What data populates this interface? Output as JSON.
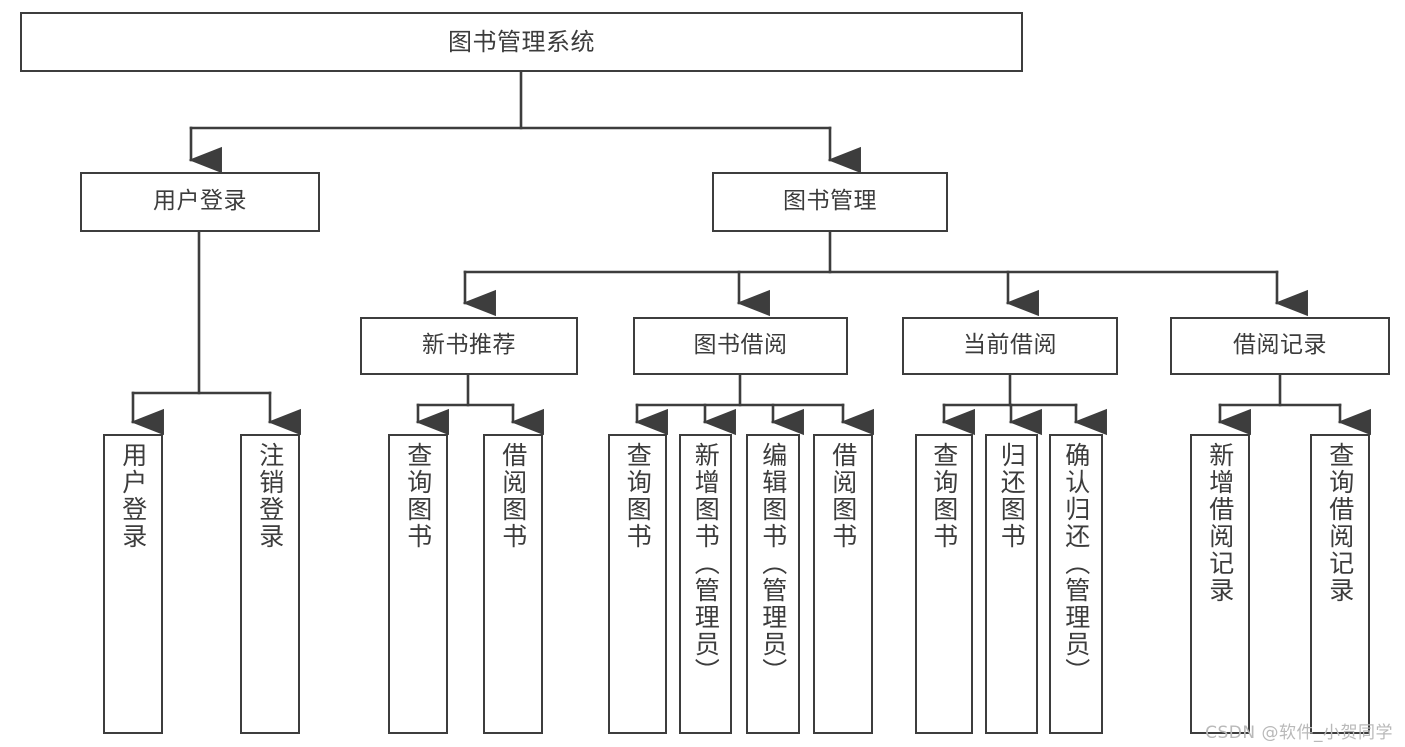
{
  "diagram": {
    "title": "图书管理系统",
    "type": "tree",
    "watermark": "CSDN @软件_小贺同学",
    "colors": {
      "stroke": "#3d3d3d",
      "text": "#3c3c3c",
      "background": "#ffffff",
      "watermark": "#b9b9b9"
    },
    "root": {
      "label": "图书管理系统"
    },
    "level2": [
      {
        "label": "用户登录"
      },
      {
        "label": "图书管理"
      }
    ],
    "level3": [
      {
        "label": "新书推荐"
      },
      {
        "label": "图书借阅"
      },
      {
        "label": "当前借阅"
      },
      {
        "label": "借阅记录"
      }
    ],
    "leaves": {
      "user_login": [
        {
          "label": "用户登录"
        },
        {
          "label": "注销登录"
        }
      ],
      "new_book_recommend": [
        {
          "label": "查询图书"
        },
        {
          "label": "借阅图书"
        }
      ],
      "book_borrow": [
        {
          "label": "查询图书"
        },
        {
          "label": "新增图书（管理员）"
        },
        {
          "label": "编辑图书（管理员）"
        },
        {
          "label": "借阅图书"
        }
      ],
      "current_borrow": [
        {
          "label": "查询图书"
        },
        {
          "label": "归还图书"
        },
        {
          "label": "确认归还（管理员）"
        }
      ],
      "borrow_record": [
        {
          "label": "新增借阅记录"
        },
        {
          "label": "查询借阅记录"
        }
      ]
    }
  }
}
